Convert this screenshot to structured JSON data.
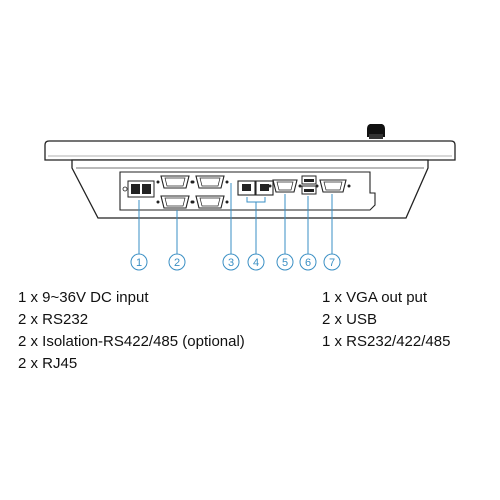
{
  "callouts": [
    {
      "number": "1",
      "label": "1 x 9~36V DC input"
    },
    {
      "number": "2",
      "label": "2 x RS232"
    },
    {
      "number": "3",
      "label": "2 x Isolation-RS422/485 (optional)"
    },
    {
      "number": "4",
      "label": "2 x RJ45"
    },
    {
      "number": "5",
      "label": "1 x VGA out put"
    },
    {
      "number": "6",
      "label": "2 x USB"
    },
    {
      "number": "7",
      "label": "1 x RS232/422/485"
    }
  ],
  "colors": {
    "line": "#222222",
    "callout": "#3a8fc4",
    "background": "#ffffff"
  }
}
